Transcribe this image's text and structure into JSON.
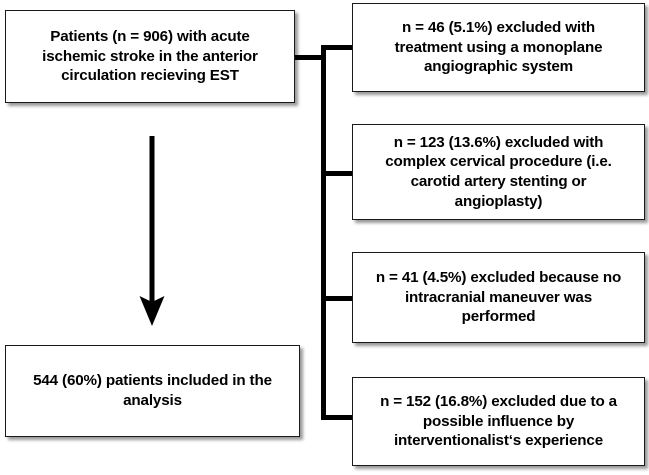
{
  "figure": {
    "type": "flowchart",
    "title": "Patient selection flow diagram",
    "orientation": "top-down with right-side exclusion branches"
  },
  "nodes": {
    "source": {
      "id": "source-cohort",
      "text": "Patients (n = 906) with acute\nischemic stroke in the anterior\ncirculation recieving EST",
      "count": 906,
      "role": "starting-cohort"
    },
    "included": {
      "id": "included-cohort",
      "text": "544 (60%) patients included in the\nanalysis",
      "count": 544,
      "percent": "60%",
      "role": "final-cohort"
    },
    "exclusions": [
      {
        "id": "exclusion-monoplane",
        "text": "n = 46 (5.1%) excluded with\ntreatment using a monoplane\nangiographic system",
        "count": 46,
        "percent": "5.1%"
      },
      {
        "id": "exclusion-cervical",
        "text": "n = 123 (13.6%) excluded with\ncomplex cervical procedure (i.e.\ncarotid artery stenting or\nangioplasty)",
        "count": 123,
        "percent": "13.6%"
      },
      {
        "id": "exclusion-no-intracranial",
        "text": "n = 41 (4.5%) excluded because no\nintracranial maneuver was\nperformed",
        "count": 41,
        "percent": "4.5%"
      },
      {
        "id": "exclusion-experience",
        "text": "n = 152 (16.8%) excluded due to a\npossible influence by\ninterventionalist‘s experience",
        "count": 152,
        "percent": "16.8%"
      }
    ]
  },
  "connectors": {
    "bracket_label": "exclusion-bracket",
    "arrow_label": "flow-arrow-down"
  },
  "colors": {
    "stroke": "#1a1a1a",
    "connector": "#000000",
    "background": "#ffffff",
    "text": "#000000"
  }
}
